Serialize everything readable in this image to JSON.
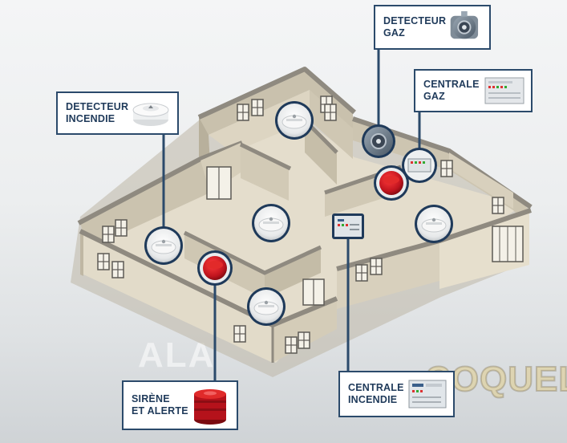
{
  "callouts": {
    "fire_detector": "DETECTEUR\nINCENDIE",
    "gas_detector": "DETECTEUR\nGAZ",
    "gas_panel": "CENTRALE\nGAZ",
    "siren": "SIRÈNE\nET ALERTE",
    "fire_panel": "CENTRALE\nINCENDIE"
  },
  "watermark": {
    "left": "ALA",
    "right": "COQUELI"
  },
  "colors": {
    "callout_border": "#2b4a6b",
    "callout_text": "#1f3a5a",
    "wall": "#d8d0bd",
    "wall_top": "#8f8a80",
    "floor": "#e6e0d0",
    "siren_red": "#c0141e",
    "leader_line": "#2b4a6b"
  }
}
